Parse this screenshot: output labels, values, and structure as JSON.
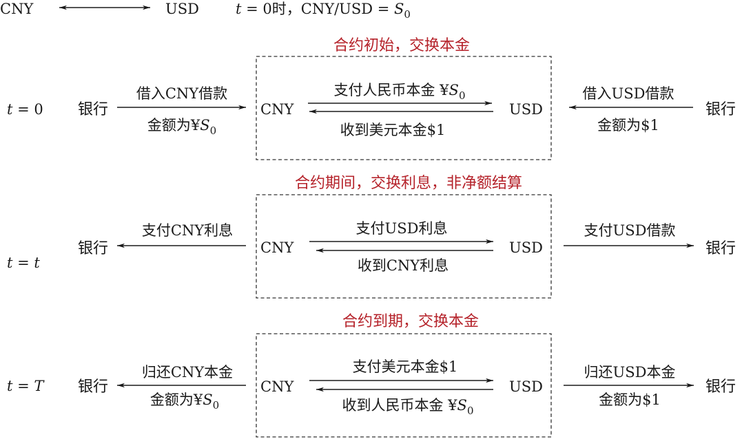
{
  "header": {
    "left_ccy": "CNY",
    "right_ccy": "USD",
    "t_var": "t",
    "eq_zero": " = 0时，CNY/USD = ",
    "s_var": "S",
    "s_sub": "0"
  },
  "stages": [
    {
      "title": "合约初始，交换本金",
      "time_var": "t",
      "time_eq": " = 0",
      "left_bank": "银行",
      "left_top": "借入CNY借款",
      "left_bottom_text": "金额为¥",
      "left_bottom_var": "S",
      "left_bottom_sub": "0",
      "box_left": "CNY",
      "box_right": "USD",
      "box_top_text": "支付人民币本金 ¥",
      "box_top_var": "S",
      "box_top_sub": "0",
      "box_bottom_text": "收到美元本金$1",
      "right_top": "借入USD借款",
      "right_bottom": "金额为$1",
      "right_bank": "银行"
    },
    {
      "title": "合约期间，交换利息，非净额结算",
      "time_var": "t",
      "time_eq": " = ",
      "time_var2": "t",
      "left_bank": "银行",
      "left_top": "支付CNY利息",
      "box_left": "CNY",
      "box_right": "USD",
      "box_top_text": "支付USD利息",
      "box_bottom_text": "收到CNY利息",
      "right_top": "支付USD借款",
      "right_bank": "银行"
    },
    {
      "title": "合约到期，交换本金",
      "time_var": "t",
      "time_eq": " = ",
      "time_var2": "T",
      "left_bank": "银行",
      "left_top": "归还CNY本金",
      "left_bottom_text": "金额为¥",
      "left_bottom_var": "S",
      "left_bottom_sub": "0",
      "box_left": "CNY",
      "box_right": "USD",
      "box_top_text": "支付美元本金$1",
      "box_bottom_text": "收到人民币本金 ¥",
      "box_bottom_var": "S",
      "box_bottom_sub": "0",
      "right_top": "归还USD本金",
      "right_bottom": "金额为$1",
      "right_bank": "银行"
    }
  ]
}
